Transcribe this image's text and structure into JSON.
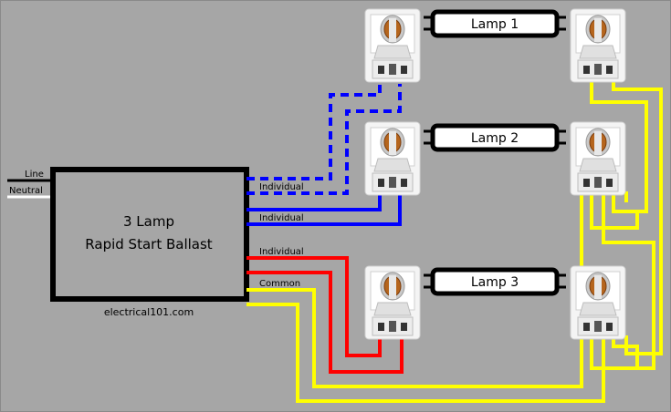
{
  "ballast": {
    "line1": "3 Lamp",
    "line2": "Rapid Start Ballast",
    "credit": "electrical101.com"
  },
  "input_labels": {
    "line": "Line",
    "neutral": "Neutral"
  },
  "wire_labels": {
    "individual_1": "Individual",
    "individual_2": "Individual",
    "individual_3": "Individual",
    "common": "Common"
  },
  "lamps": [
    {
      "label": "Lamp 1"
    },
    {
      "label": "Lamp 2"
    },
    {
      "label": "Lamp 3"
    }
  ],
  "colors": {
    "background": "#a6a6a6",
    "blue_wire": "#0000ff",
    "red_wire": "#ff0000",
    "yellow_wire": "#ffff00",
    "lamp_body": "#ffffff",
    "socket_body": "#f2f2f2",
    "socket_center": "#b5651d"
  },
  "icons": [
    "lampholder-socket-icon"
  ]
}
